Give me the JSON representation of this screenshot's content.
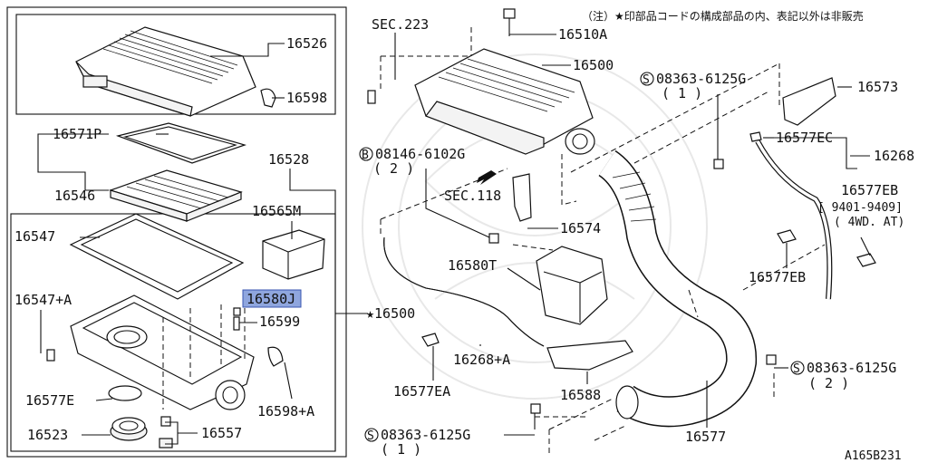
{
  "note": "（注）★印部品コードの構成部品の内、表記以外は非販売",
  "diagram_id": "A165B231",
  "labels": {
    "p16526": "16526",
    "p16598": "16598",
    "p16571P": "16571P",
    "p16546": "16546",
    "p16528": "16528",
    "p16565M": "16565M",
    "p16547": "16547",
    "p16547A": "16547+A",
    "p16580J": "16580J",
    "p16599": "16599",
    "p16500_star": "★16500",
    "p16577E": "16577E",
    "p16598A": "16598+A",
    "p16523": "16523",
    "p16557": "16557",
    "sec223": "SEC.223",
    "p16510A": "16510A",
    "p16500": "16500",
    "bolt08146": "08146-6102G",
    "bolt08146_qty": "( 2 )",
    "sec118": "SEC.118",
    "p16574": "16574",
    "p16580T": "16580T",
    "p16268A": "16268+A",
    "p16577EA": "16577EA",
    "p16588": "16588",
    "bolt08363_bottom": "08363-6125G",
    "bolt08363_bottom_qty": "( 1 )",
    "p16577": "16577",
    "bolt08363_top": "08363-6125G",
    "bolt08363_top_qty": "( 1 )",
    "p16573": "16573",
    "p16577EC": "16577EC",
    "p16268": "16268",
    "p16577EB_right": "16577EB",
    "p16577EB_range": "[ 9401-9409]",
    "p16577EB_cond": "( 4WD. AT)",
    "p16577EB_mid": "16577EB",
    "bolt08363_right": "08363-6125G",
    "bolt08363_right_qty": "( 2 )"
  },
  "highlight_color": "#8fa6de"
}
